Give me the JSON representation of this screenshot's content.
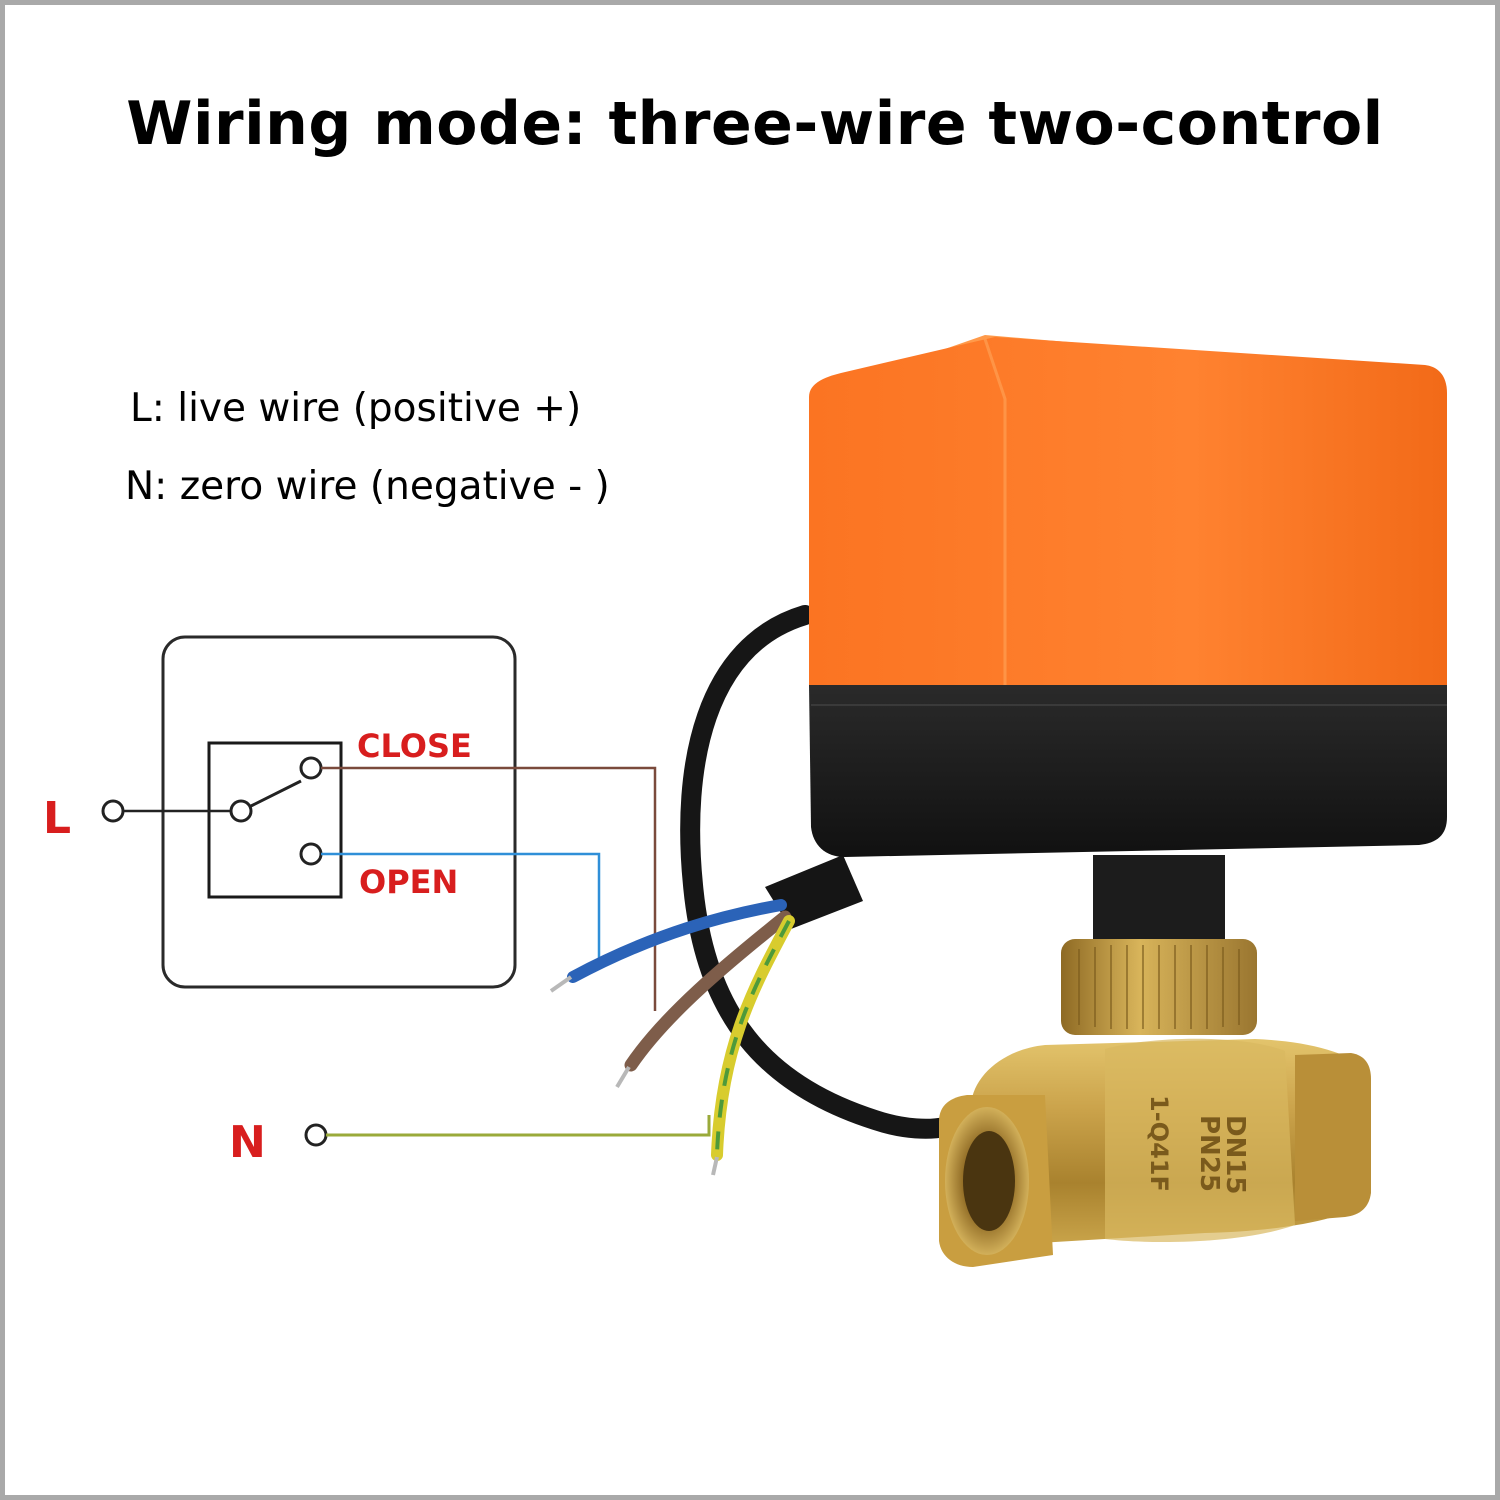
{
  "title": "Wiring mode: three-wire two-control",
  "legend": {
    "live": "L: live wire (positive +)",
    "neutral": "N: zero wire (negative - )"
  },
  "terminals": {
    "live": "L",
    "neutral": "N"
  },
  "switch": {
    "close_label": "CLOSE",
    "open_label": "OPEN"
  },
  "valve": {
    "marking_1": "DN15",
    "marking_2": "PN25",
    "marking_3": "1-Q41F"
  },
  "colors": {
    "label_red": "#d81e1e",
    "close_wire": "#7a4a3c",
    "open_wire": "#2f8fd8",
    "neutral_wire": "#9aaa3a",
    "actuator_orange": "#fb7422",
    "actuator_base": "#1b1b1b",
    "brass": "#c9a44a"
  }
}
